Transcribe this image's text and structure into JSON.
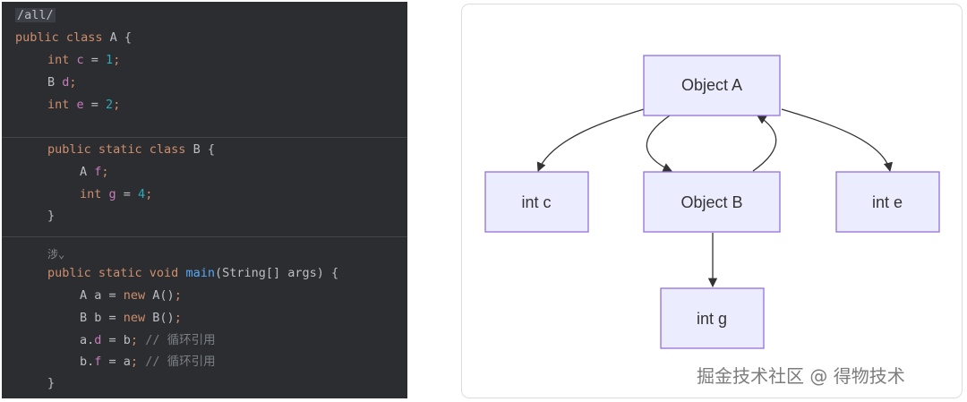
{
  "code": {
    "lines": [
      {
        "indent": 0,
        "tokens": [
          {
            "t": "/all/",
            "c": "path-tag"
          }
        ]
      },
      {
        "indent": 0,
        "tokens": [
          {
            "t": "public class ",
            "c": "kw"
          },
          {
            "t": "A {",
            "c": ""
          }
        ]
      },
      {
        "indent": 1,
        "tokens": [
          {
            "t": "int ",
            "c": "kw"
          },
          {
            "t": "c",
            "c": "fld"
          },
          {
            "t": " = ",
            "c": ""
          },
          {
            "t": "1",
            "c": "num"
          },
          {
            "t": ";",
            "c": "kw"
          }
        ]
      },
      {
        "indent": 1,
        "tokens": [
          {
            "t": "B ",
            "c": ""
          },
          {
            "t": "d",
            "c": "fld"
          },
          {
            "t": ";",
            "c": "kw"
          }
        ]
      },
      {
        "indent": 1,
        "tokens": [
          {
            "t": "int ",
            "c": "kw"
          },
          {
            "t": "e",
            "c": "fld"
          },
          {
            "t": " = ",
            "c": ""
          },
          {
            "t": "2",
            "c": "num"
          },
          {
            "t": ";",
            "c": "kw"
          }
        ]
      },
      {
        "indent": 1,
        "tokens": [
          {
            "t": "public static class ",
            "c": "kw"
          },
          {
            "t": "B {",
            "c": ""
          }
        ]
      },
      {
        "indent": 2,
        "tokens": [
          {
            "t": "A ",
            "c": ""
          },
          {
            "t": "f",
            "c": "fld"
          },
          {
            "t": ";",
            "c": "kw"
          }
        ]
      },
      {
        "indent": 2,
        "tokens": [
          {
            "t": "int ",
            "c": "kw"
          },
          {
            "t": "g",
            "c": "fld"
          },
          {
            "t": " = ",
            "c": ""
          },
          {
            "t": "4",
            "c": "num"
          },
          {
            "t": ";",
            "c": "kw"
          }
        ]
      },
      {
        "indent": 1,
        "tokens": [
          {
            "t": "}",
            "c": ""
          }
        ]
      },
      {
        "indent": 1,
        "tokens": [
          {
            "t": "涉⌄",
            "c": "hint"
          }
        ]
      },
      {
        "indent": 1,
        "tokens": [
          {
            "t": "public static void ",
            "c": "kw"
          },
          {
            "t": "main",
            "c": "fn"
          },
          {
            "t": "(String[] args) {",
            "c": ""
          }
        ]
      },
      {
        "indent": 2,
        "tokens": [
          {
            "t": "A a = ",
            "c": ""
          },
          {
            "t": "new ",
            "c": "kw"
          },
          {
            "t": "A()",
            "c": ""
          },
          {
            "t": ";",
            "c": "kw"
          }
        ]
      },
      {
        "indent": 2,
        "tokens": [
          {
            "t": "B b = ",
            "c": ""
          },
          {
            "t": "new ",
            "c": "kw"
          },
          {
            "t": "B()",
            "c": ""
          },
          {
            "t": ";",
            "c": "kw"
          }
        ]
      },
      {
        "indent": 2,
        "tokens": [
          {
            "t": "a.",
            "c": ""
          },
          {
            "t": "d",
            "c": "fld"
          },
          {
            "t": " = b",
            "c": ""
          },
          {
            "t": "; ",
            "c": "kw"
          },
          {
            "t": "// 循环引用",
            "c": "cm"
          }
        ]
      },
      {
        "indent": 2,
        "tokens": [
          {
            "t": "b.",
            "c": ""
          },
          {
            "t": "f",
            "c": "fld"
          },
          {
            "t": " = a",
            "c": ""
          },
          {
            "t": "; ",
            "c": "kw"
          },
          {
            "t": "// 循环引用",
            "c": "cm"
          }
        ]
      },
      {
        "indent": 1,
        "tokens": [
          {
            "t": "}",
            "c": ""
          }
        ]
      }
    ]
  },
  "diagram": {
    "nodes": {
      "object_a": "Object A",
      "int_c": "int c",
      "object_b": "Object B",
      "int_e": "int e",
      "int_g": "int g"
    }
  },
  "watermark": "掘金技术社区 @ 得物技术",
  "colors": {
    "code_bg": "#2b2d30",
    "keyword": "#cf8e6d",
    "field": "#c77dbb",
    "number": "#2aacb8",
    "function": "#56a8f5",
    "comment": "#7a7e85",
    "node_fill": "#ececff",
    "node_stroke": "#9370db"
  }
}
